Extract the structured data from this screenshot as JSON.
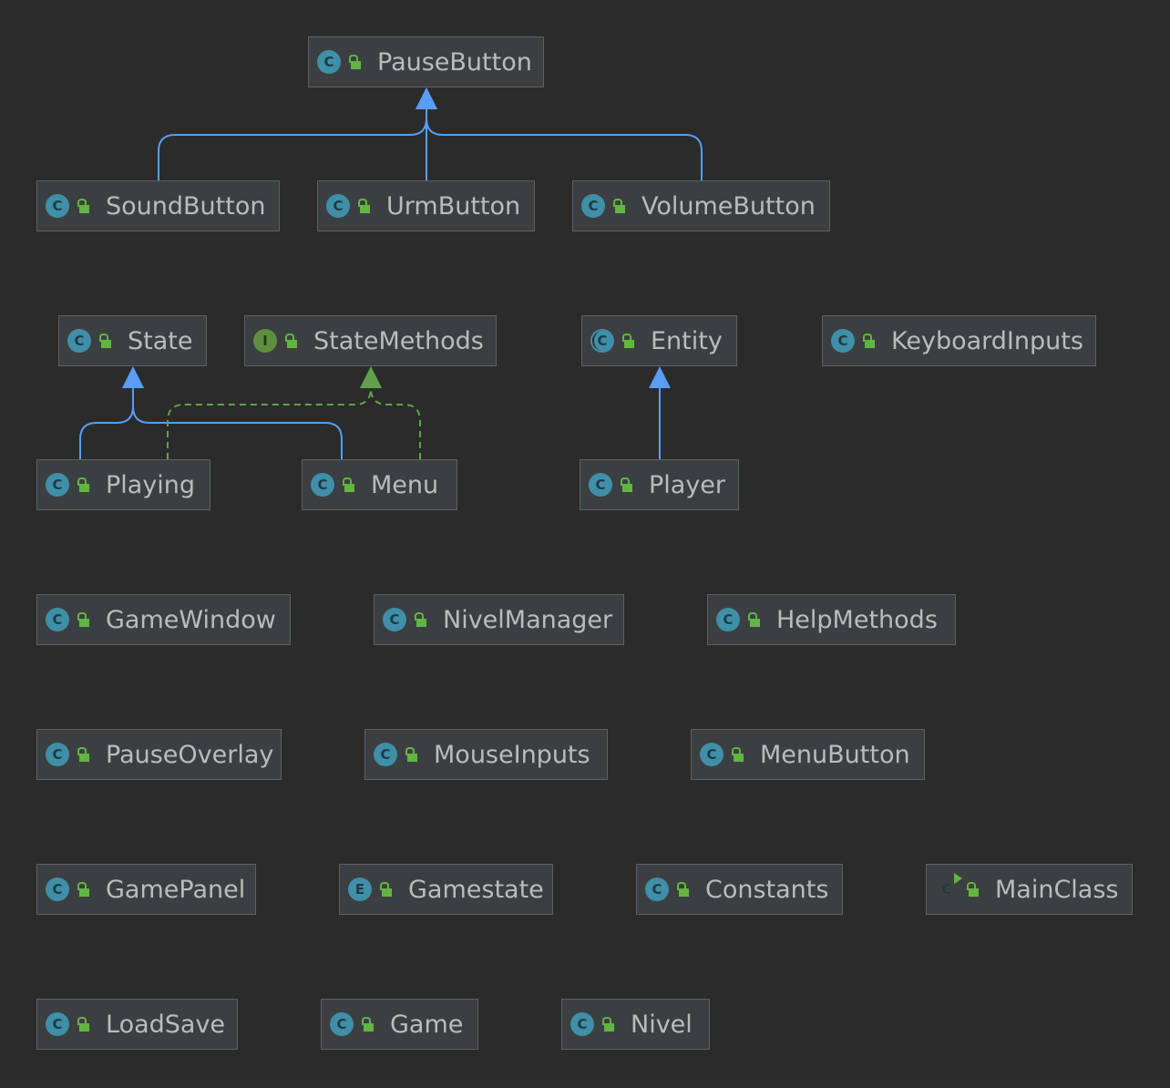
{
  "colors": {
    "background": "#2b2b2b",
    "node_fill": "#3c3f41",
    "node_border": "#5e6060",
    "text": "#bbbbbb",
    "extends_edge": "#589df6",
    "implements_edge": "#62a14a"
  },
  "nodes": [
    {
      "id": "PauseButton",
      "label": "PauseButton",
      "kind": "class",
      "icon": "class-icon"
    },
    {
      "id": "SoundButton",
      "label": "SoundButton",
      "kind": "class",
      "icon": "class-icon"
    },
    {
      "id": "UrmButton",
      "label": "UrmButton",
      "kind": "class",
      "icon": "class-icon"
    },
    {
      "id": "VolumeButton",
      "label": "VolumeButton",
      "kind": "class",
      "icon": "class-icon"
    },
    {
      "id": "State",
      "label": "State",
      "kind": "class",
      "icon": "class-icon"
    },
    {
      "id": "StateMethods",
      "label": "StateMethods",
      "kind": "interface",
      "icon": "interface-icon"
    },
    {
      "id": "Entity",
      "label": "Entity",
      "kind": "abstract",
      "icon": "abstract-class-icon"
    },
    {
      "id": "KeyboardInputs",
      "label": "KeyboardInputs",
      "kind": "class",
      "icon": "class-icon"
    },
    {
      "id": "Playing",
      "label": "Playing",
      "kind": "class",
      "icon": "class-icon"
    },
    {
      "id": "Menu",
      "label": "Menu",
      "kind": "class",
      "icon": "class-icon"
    },
    {
      "id": "Player",
      "label": "Player",
      "kind": "class",
      "icon": "class-icon"
    },
    {
      "id": "GameWindow",
      "label": "GameWindow",
      "kind": "class",
      "icon": "class-icon"
    },
    {
      "id": "NivelManager",
      "label": "NivelManager",
      "kind": "class",
      "icon": "class-icon"
    },
    {
      "id": "HelpMethods",
      "label": "HelpMethods",
      "kind": "class",
      "icon": "class-icon"
    },
    {
      "id": "PauseOverlay",
      "label": "PauseOverlay",
      "kind": "class",
      "icon": "class-icon"
    },
    {
      "id": "MouseInputs",
      "label": "MouseInputs",
      "kind": "class",
      "icon": "class-icon"
    },
    {
      "id": "MenuButton",
      "label": "MenuButton",
      "kind": "class",
      "icon": "class-icon"
    },
    {
      "id": "GamePanel",
      "label": "GamePanel",
      "kind": "class",
      "icon": "class-icon"
    },
    {
      "id": "Gamestate",
      "label": "Gamestate",
      "kind": "enum",
      "icon": "enum-icon"
    },
    {
      "id": "Constants",
      "label": "Constants",
      "kind": "class",
      "icon": "class-icon"
    },
    {
      "id": "MainClass",
      "label": "MainClass",
      "kind": "main",
      "icon": "main-class-icon"
    },
    {
      "id": "LoadSave",
      "label": "LoadSave",
      "kind": "class",
      "icon": "class-icon"
    },
    {
      "id": "Game",
      "label": "Game",
      "kind": "class",
      "icon": "class-icon"
    },
    {
      "id": "Nivel",
      "label": "Nivel",
      "kind": "class",
      "icon": "class-icon"
    }
  ],
  "edges": [
    {
      "from": "SoundButton",
      "to": "PauseButton",
      "type": "extends"
    },
    {
      "from": "UrmButton",
      "to": "PauseButton",
      "type": "extends"
    },
    {
      "from": "VolumeButton",
      "to": "PauseButton",
      "type": "extends"
    },
    {
      "from": "Playing",
      "to": "State",
      "type": "extends"
    },
    {
      "from": "Menu",
      "to": "State",
      "type": "extends"
    },
    {
      "from": "Playing",
      "to": "StateMethods",
      "type": "implements"
    },
    {
      "from": "Menu",
      "to": "StateMethods",
      "type": "implements"
    },
    {
      "from": "Player",
      "to": "Entity",
      "type": "extends"
    }
  ]
}
